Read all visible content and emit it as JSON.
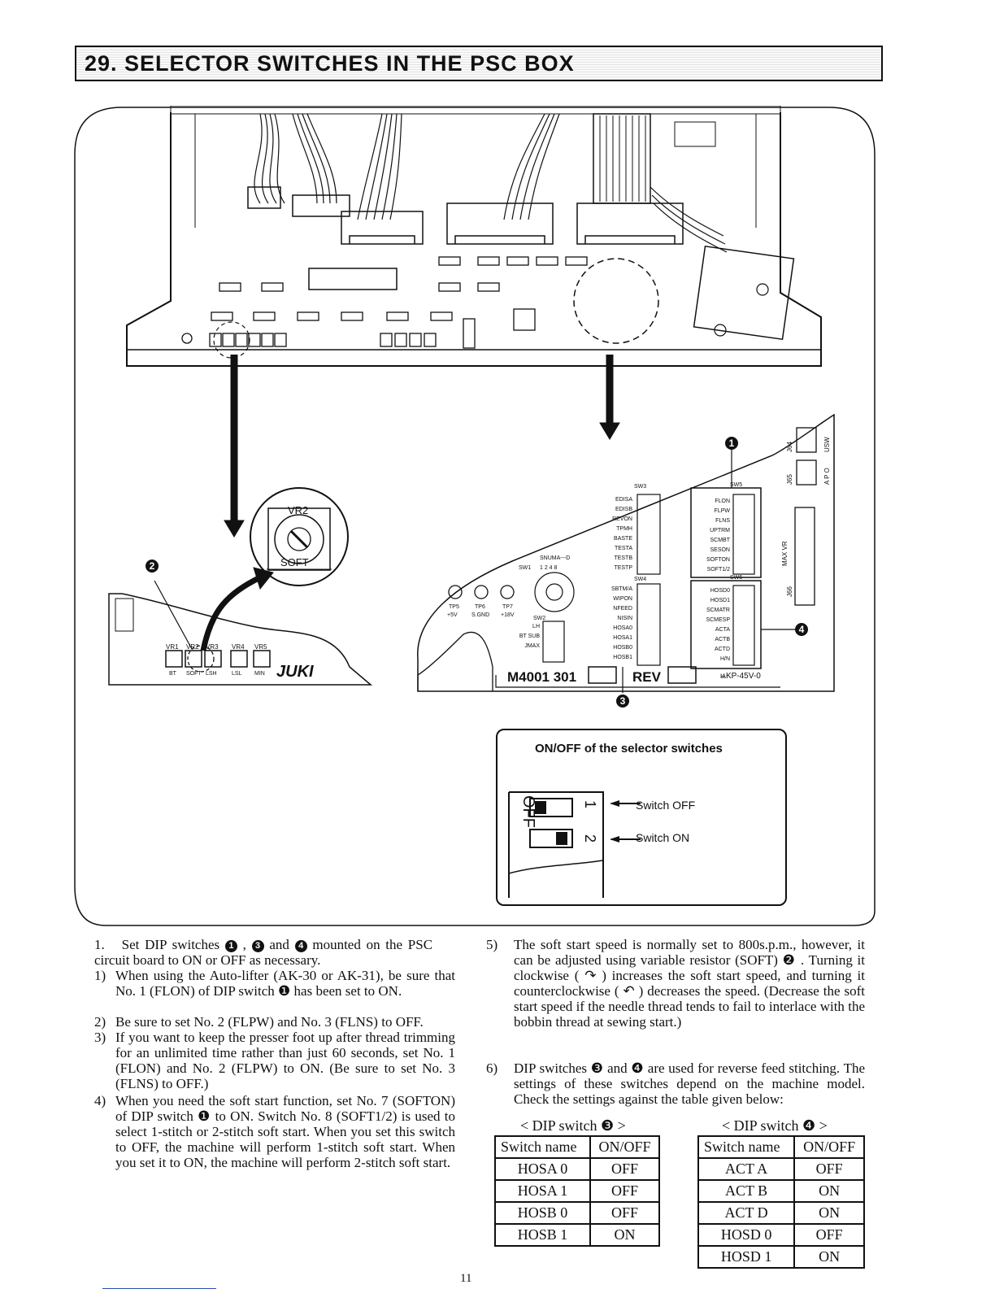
{
  "header": {
    "title": "29. SELECTOR SWITCHES IN THE PSC BOX"
  },
  "diagram": {
    "vr_labels": [
      "VR1",
      "VR2",
      "VR3",
      "VR4",
      "VR5"
    ],
    "vr_sublabels": [
      "BT",
      "SOFT",
      "LSH",
      "LSL",
      "MIN"
    ],
    "vr2_dial": "VR2",
    "vr2_soft": "SOFT",
    "brand": "JUKI",
    "sw3_label": "SW3",
    "sw3_items": [
      "EDISA",
      "EDISB",
      "REVON",
      "TPMH",
      "BASTE",
      "TESTA",
      "TESTB",
      "TESTP"
    ],
    "sw4_label": "SW4",
    "sw4_items": [
      "SBTM/A",
      "WIPON",
      "NFEED",
      "NISIN",
      "HOSA0",
      "HOSA1",
      "HOSB0",
      "HOSB1"
    ],
    "sw5_label": "SW5",
    "sw5_items": [
      "FLON",
      "FLPW",
      "FLNS",
      "UPTRM",
      "SCMBT",
      "SESON",
      "SOFTON",
      "SOFT1/2"
    ],
    "sw6_label": "SW6",
    "sw6_items": [
      "HOSD0",
      "HOSD1",
      "SCMATR",
      "SCMESP",
      "ACTA",
      "ACTB",
      "ACTD",
      "H/N"
    ],
    "sw1_label": "SW1",
    "sw1_nums": "1 2 4 8",
    "snuma": "SNUMA---D",
    "sw2_label": "SW2",
    "sw2_items": [
      "LH",
      "BT SUB",
      "JMAX"
    ],
    "tp_labels": [
      "TP5",
      "TP6",
      "TP7"
    ],
    "tp_sublabels": [
      "+5V",
      "S.GND",
      "+18V"
    ],
    "board_model": "M4001 301",
    "rev": "REV",
    "part_no": "ѩKP-45V-0",
    "j64": "J64",
    "j65": "J65",
    "j66": "J66",
    "max_vr": "MAX VR",
    "usw": "USW",
    "apo": "A P O",
    "callouts": [
      "1",
      "2",
      "3",
      "4"
    ]
  },
  "legend": {
    "title": "ON/OFF of the selector switches",
    "off_label": "Switch OFF",
    "on_label": "Switch ON",
    "off_text": "OFF",
    "num1": "1",
    "num2": "2"
  },
  "instructions": {
    "intro_num": "1.",
    "intro_pre": "Set DIP switches",
    "intro_post": "mounted on the PSC circuit board to ON or OFF as necessary.",
    "items_left": [
      {
        "num": "1)",
        "text": "When using the Auto-lifter (AK-30 or AK-31), be sure that No. 1 (FLON) of DIP switch ❶ has been set to ON."
      },
      {
        "num": "2)",
        "text": "Be sure to set No. 2 (FLPW) and No. 3 (FLNS) to OFF."
      },
      {
        "num": "3)",
        "text": "If you want to keep the presser foot up after thread trimming for an unlimited time rather than just 60 seconds, set No. 1 (FLON) and No. 2 (FLPW) to ON. (Be sure to set No. 3 (FLNS) to OFF.)"
      },
      {
        "num": "4)",
        "text": "When you need the soft start function, set No. 7 (SOFTON) of DIP switch ❶ to ON. Switch No. 8 (SOFT1/2) is used to select 1-stitch or 2-stitch soft start. When you set this switch to OFF, the machine will perform 1-stitch soft start. When you set it to ON, the machine will perform 2-stitch soft start."
      }
    ],
    "items_right": [
      {
        "num": "5)",
        "text": "The soft start speed is normally set to 800s.p.m., however, it can be adjusted using variable resistor (SOFT) ❷ . Turning it clockwise ( ↷ ) increases the soft start speed, and turning it counterclockwise ( ↶ ) decreases the speed. (Decrease the soft start speed if the needle thread tends to fail to interlace with the bobbin thread at sewing start.)"
      },
      {
        "num": "6)",
        "text": "DIP switches ❸ and ❹ are used for reverse feed stitching. The settings of these switches depend on the machine model. Check the settings against the table given below:"
      }
    ]
  },
  "table3": {
    "caption": "< DIP switch ❸ >",
    "headers": [
      "Switch name",
      "ON/OFF"
    ],
    "rows": [
      [
        "HOSA 0",
        "OFF"
      ],
      [
        "HOSA 1",
        "OFF"
      ],
      [
        "HOSB 0",
        "OFF"
      ],
      [
        "HOSB 1",
        "ON"
      ]
    ]
  },
  "table4": {
    "caption": "< DIP switch ❹ >",
    "headers": [
      "Switch name",
      "ON/OFF"
    ],
    "rows": [
      [
        "ACT A",
        "OFF"
      ],
      [
        "ACT B",
        "ON"
      ],
      [
        "ACT D",
        "ON"
      ],
      [
        "HOSD 0",
        "OFF"
      ],
      [
        "HOSD 1",
        "ON"
      ]
    ]
  },
  "page_number": "11"
}
